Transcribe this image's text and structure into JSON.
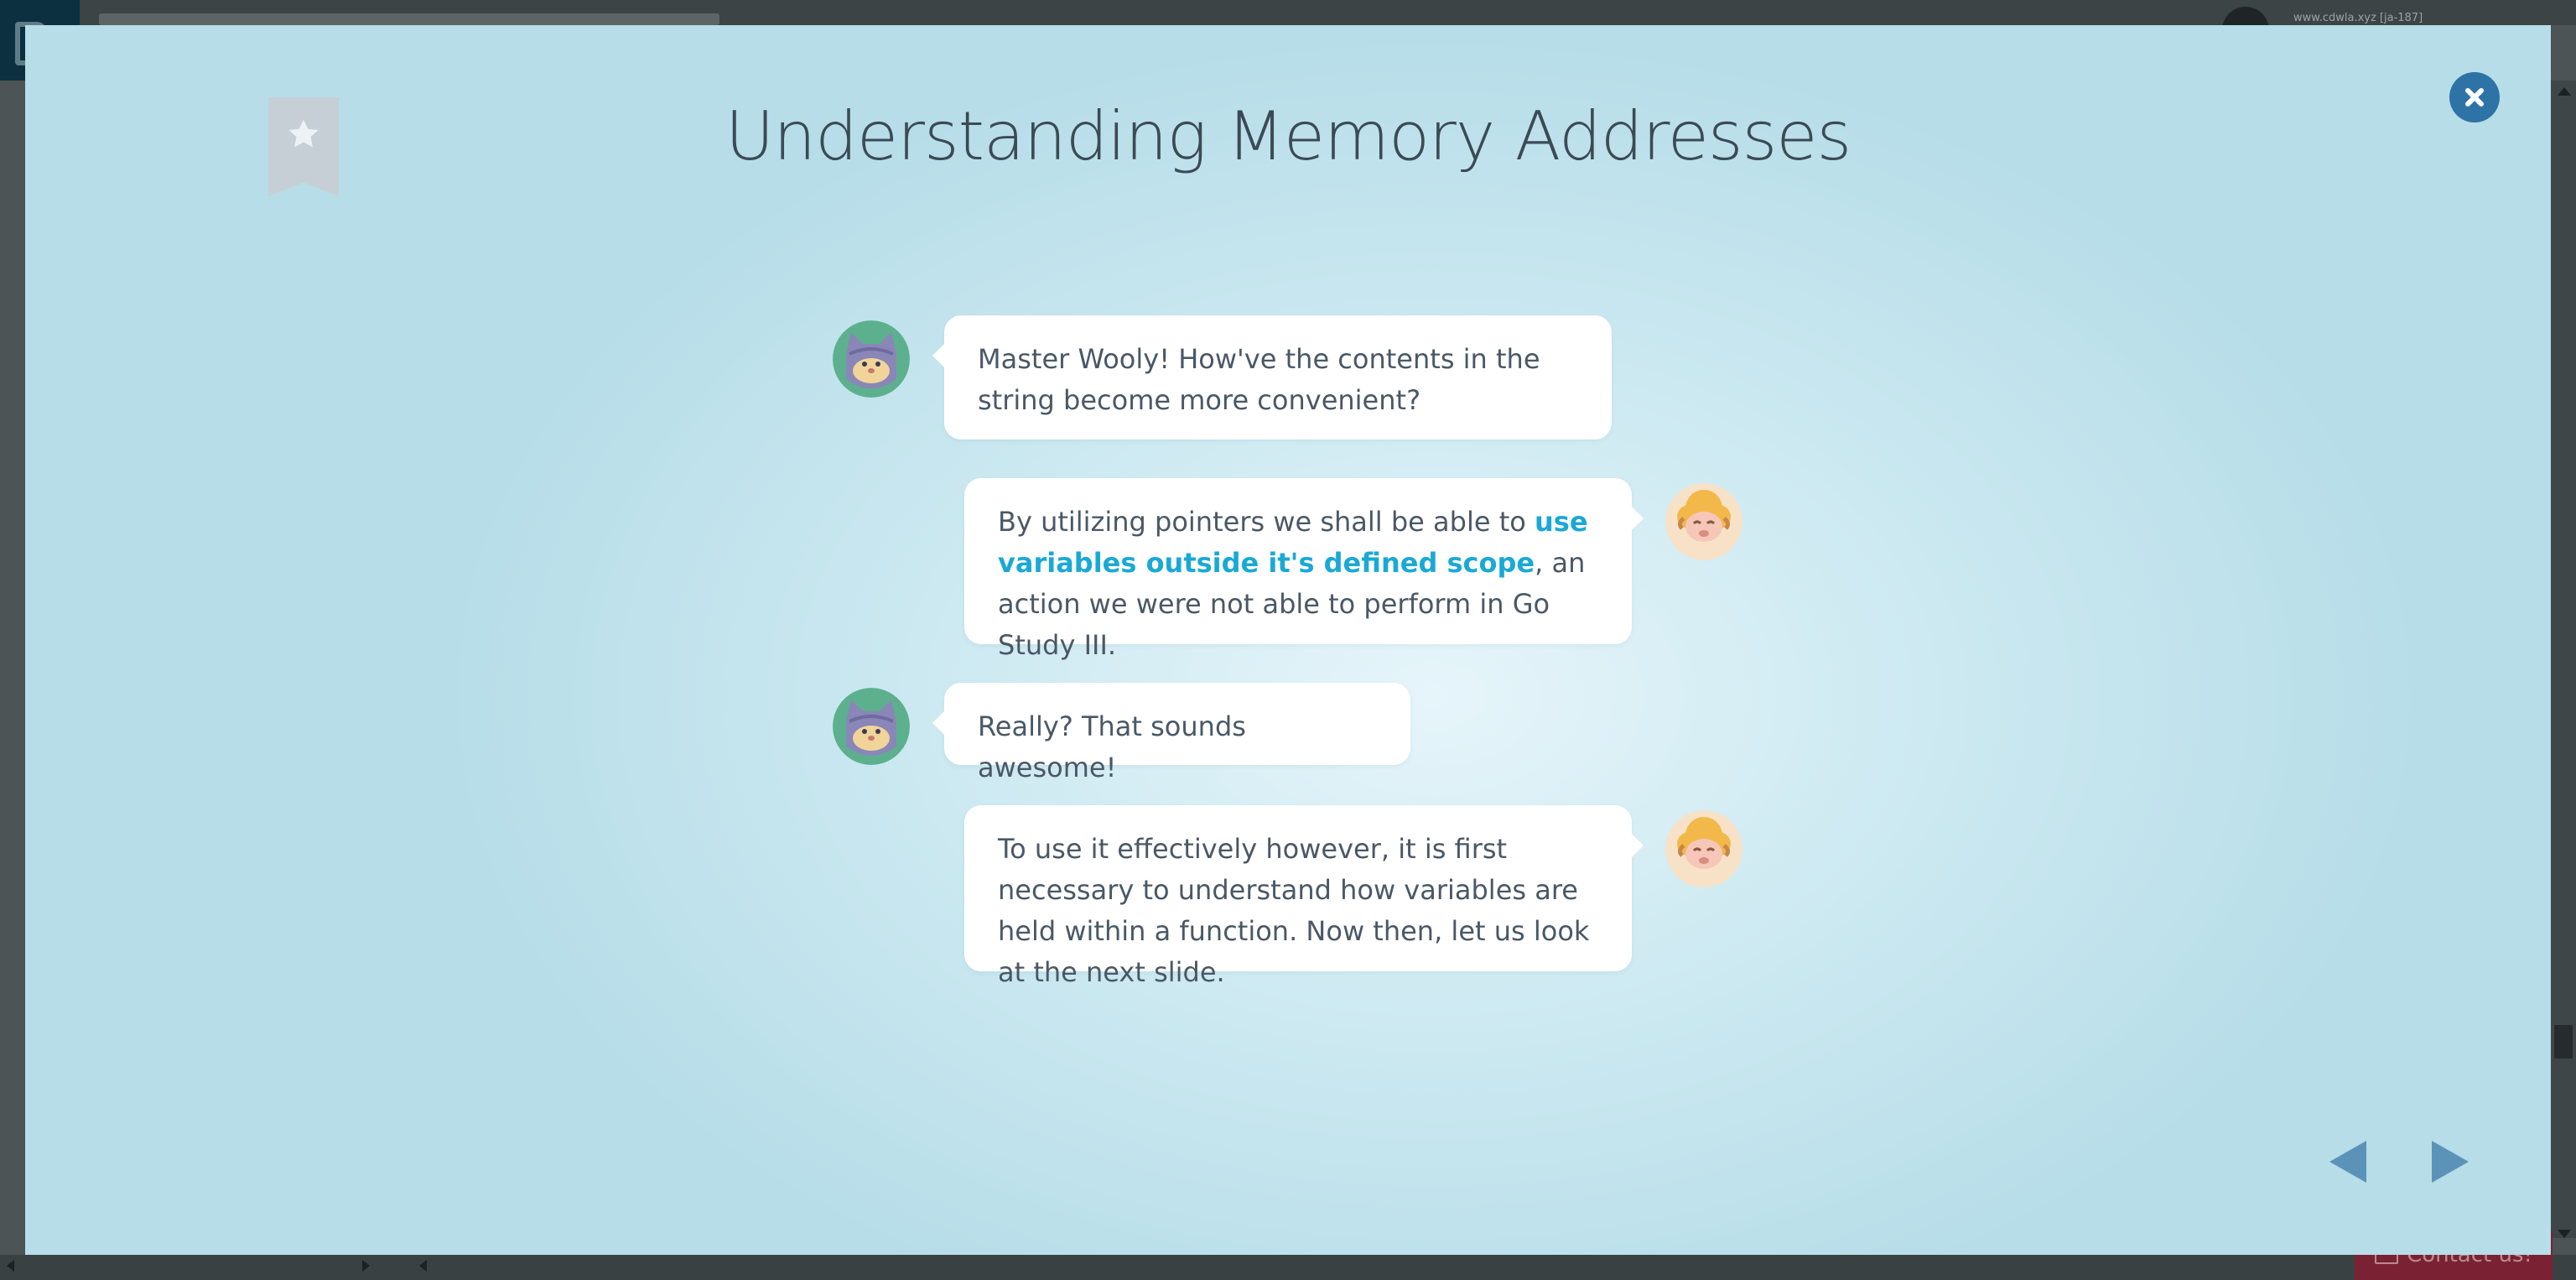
{
  "backdrop": {
    "user_label": "www.cdwla.xyz [ja-187]",
    "contact_label": "Contact us!"
  },
  "modal": {
    "title": "Understanding Memory Addresses",
    "colors": {
      "accent_blue": "#1aa9d6",
      "close_button": "#2e73a6",
      "nav_arrows": "#5b93b8",
      "bookmark": "#c6cfd6",
      "text": "#4a5866"
    },
    "icons": {
      "bookmark": "bookmark-star-icon",
      "close": "close-icon",
      "prev": "prev-slide-arrow-icon",
      "next": "next-slide-arrow-icon",
      "student_avatar": "cat-avatar-icon",
      "teacher_avatar": "sheep-avatar-icon"
    },
    "dialog": [
      {
        "speaker": "student",
        "text": "Master Wooly! How've the contents in the string become more convenient?"
      },
      {
        "speaker": "teacher",
        "text_before": "By utilizing pointers we shall be able to ",
        "highlight": "use variables outside it's defined scope",
        "text_after": ", an action we were not able to perform in Go Study III."
      },
      {
        "speaker": "student",
        "text": "Really? That sounds awesome!"
      },
      {
        "speaker": "teacher",
        "text": "To use it effectively however, it is first necessary to understand how variables are held within a function. Now then, let us look at the next slide."
      }
    ]
  }
}
